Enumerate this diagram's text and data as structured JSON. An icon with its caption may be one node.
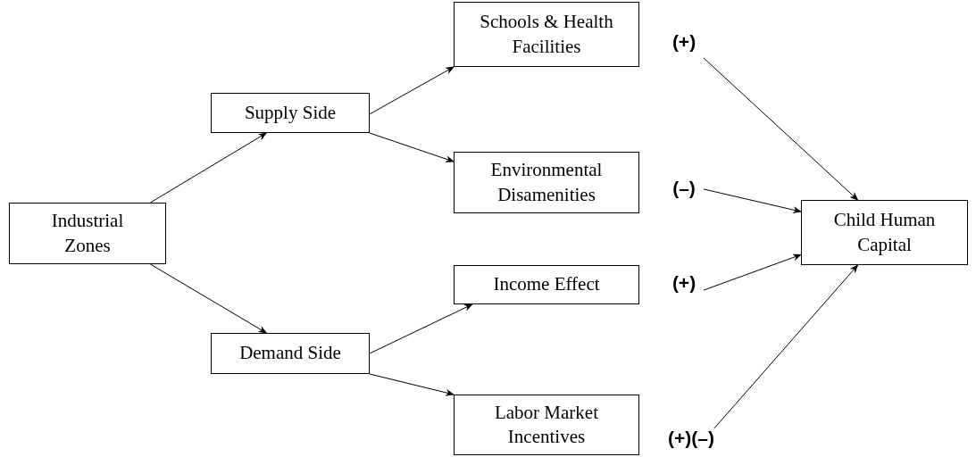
{
  "diagram": {
    "nodes": [
      {
        "text": [
          "Industrial Zones"
        ]
      },
      {
        "text": [
          "Supply Side"
        ]
      },
      {
        "text": [
          "Demand Side"
        ]
      },
      {
        "text": [
          "Schools & Health Facilities"
        ]
      },
      {
        "text": [
          "Environmental Disamenities"
        ]
      },
      {
        "text": [
          "Income Effect"
        ]
      },
      {
        "text": [
          "Labor Market Incentives"
        ]
      },
      {
        "text": [
          "Child Human Capital"
        ]
      },
      {
        "text": [
          "(+)"
        ]
      },
      {
        "text": [
          "(–)"
        ]
      },
      {
        "text": [
          "(+)"
        ]
      },
      {
        "text": [
          "(+)(–)"
        ]
      }
    ],
    "edges": [
      {
        "from": 0,
        "to": 1,
        "arrow": "to"
      },
      {
        "from": 0,
        "to": 2,
        "arrow": "to"
      },
      {
        "from": 1,
        "to": 3,
        "arrow": "to"
      },
      {
        "from": 1,
        "to": 4,
        "arrow": "to"
      },
      {
        "from": 2,
        "to": 5,
        "arrow": "to"
      },
      {
        "from": 2,
        "to": 6,
        "arrow": "to"
      },
      {
        "from": 8,
        "to": 7,
        "arrow": "to"
      },
      {
        "from": 9,
        "to": 7,
        "arrow": "to"
      },
      {
        "from": 10,
        "to": 7,
        "arrow": "to"
      },
      {
        "from": 11,
        "to": 7,
        "arrow": "to"
      }
    ]
  }
}
